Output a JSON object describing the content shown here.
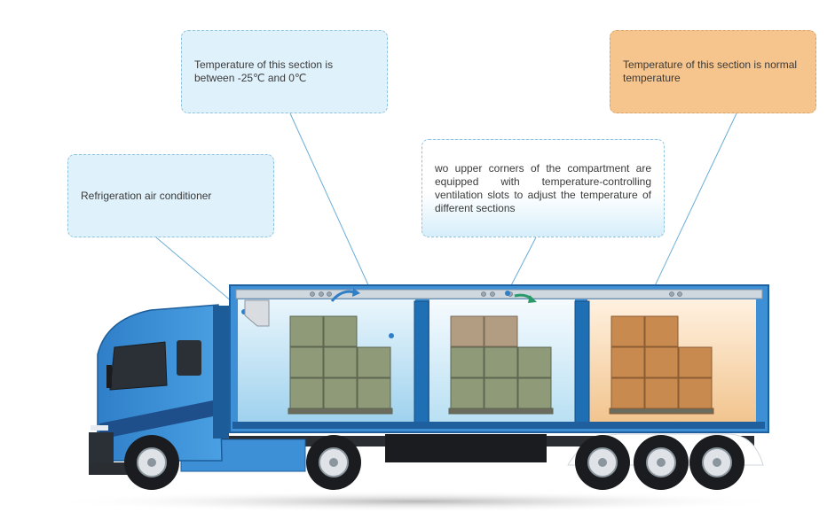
{
  "callouts": {
    "refrigeration": "Refrigeration air conditioner",
    "frozen_section": "Temperature of this section is between -25℃ and 0℃",
    "ventilation": "wo upper corners of the compartment are equipped with temperature-controlling ventilation slots to adjust the temperature of different sections",
    "normal_section": "Temperature of this section is normal temperature"
  },
  "colors": {
    "callout_blue": "#dff1fb",
    "callout_orange": "#f6c48d",
    "truck_blue": "#3d8fd6",
    "cold_section": "#bfe3f5",
    "warm_section": "#f7d7ae",
    "crate_green": "#8e9a78",
    "crate_tan": "#b39d82",
    "crate_orange": "#c98a50"
  }
}
